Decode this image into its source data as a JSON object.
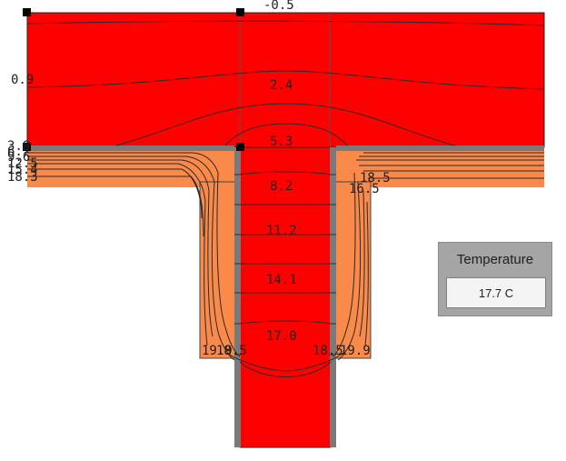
{
  "colors": {
    "hot": "#fe0000",
    "warm": "#f98a49",
    "grid": "#7a7a7a",
    "background": "#ffffff"
  },
  "contour_labels": {
    "top": "-0.5",
    "left_top": "0.9",
    "c1": "2.4",
    "c2": "5.3",
    "c3": "8.2",
    "c4": "11.2",
    "c5": "14.1",
    "c6": "17.0",
    "left_stack": [
      "3.8",
      "6.7",
      "9.6",
      "12.5",
      "15.4",
      "18.3"
    ],
    "right_a": "18.5",
    "right_b": "16.5",
    "bottom_left": "19.9",
    "bottom_left_b": "18.5",
    "bottom_right_a": "18.5",
    "bottom_right_b": "19.9"
  },
  "temperature_panel": {
    "title": "Temperature",
    "value": "17.7 C"
  }
}
